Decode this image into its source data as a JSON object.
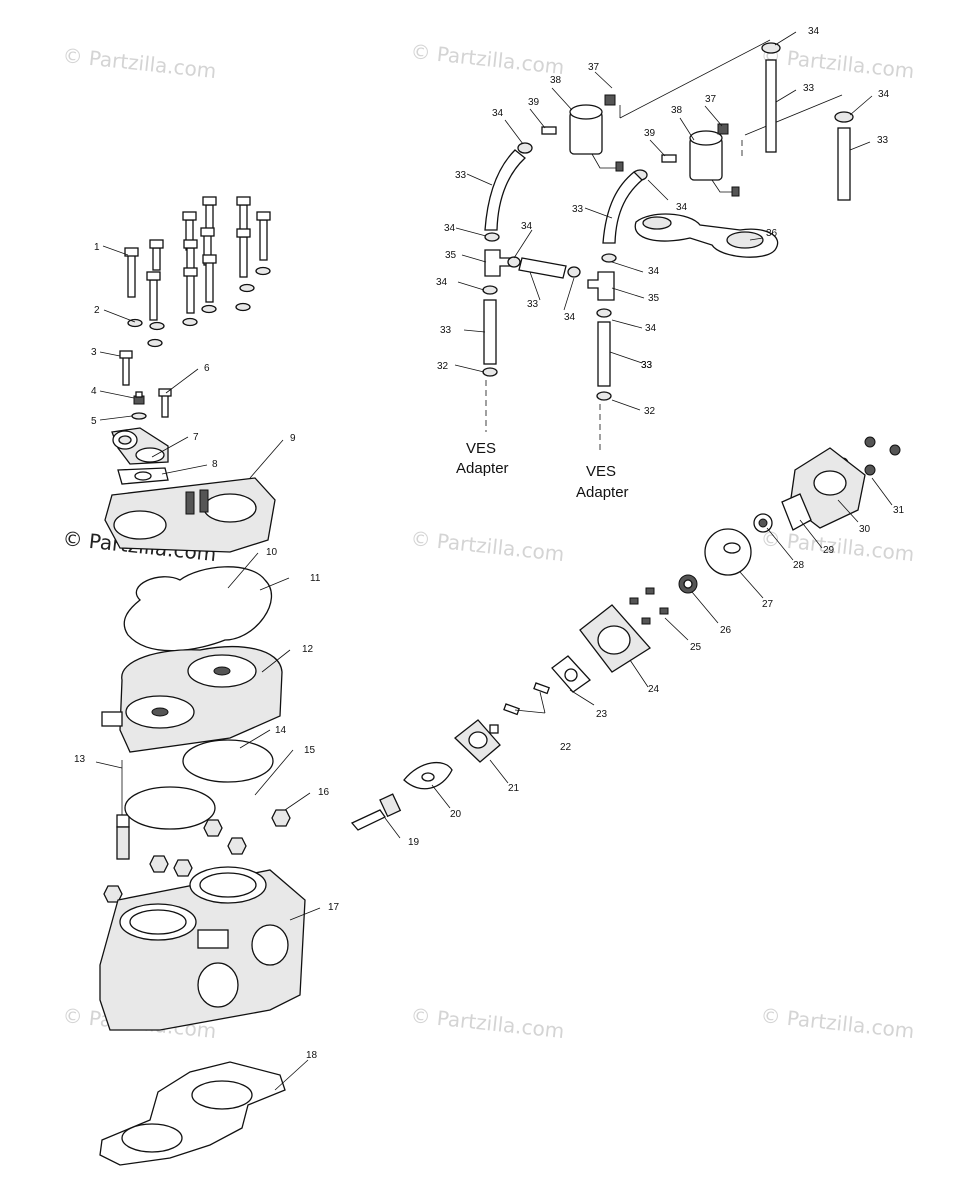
{
  "watermark": "© Partzilla.com",
  "adapter_labels": [
    {
      "line1": "VES",
      "line2": "Adapter"
    },
    {
      "line1": "VES",
      "line2": "Adapter"
    }
  ],
  "callouts": [
    "1",
    "2",
    "3",
    "4",
    "5",
    "6",
    "7",
    "8",
    "9",
    "10",
    "11",
    "12",
    "13",
    "14",
    "15",
    "16",
    "17",
    "18",
    "19",
    "20",
    "21",
    "22",
    "23",
    "24",
    "25",
    "26",
    "27",
    "28",
    "29",
    "30",
    "31",
    "32",
    "32",
    "33",
    "33",
    "33",
    "33",
    "33",
    "33",
    "33",
    "33",
    "34",
    "34",
    "34",
    "34",
    "34",
    "34",
    "34",
    "34",
    "34",
    "34",
    "35",
    "35",
    "36",
    "37",
    "37",
    "38",
    "38",
    "39",
    "39"
  ]
}
